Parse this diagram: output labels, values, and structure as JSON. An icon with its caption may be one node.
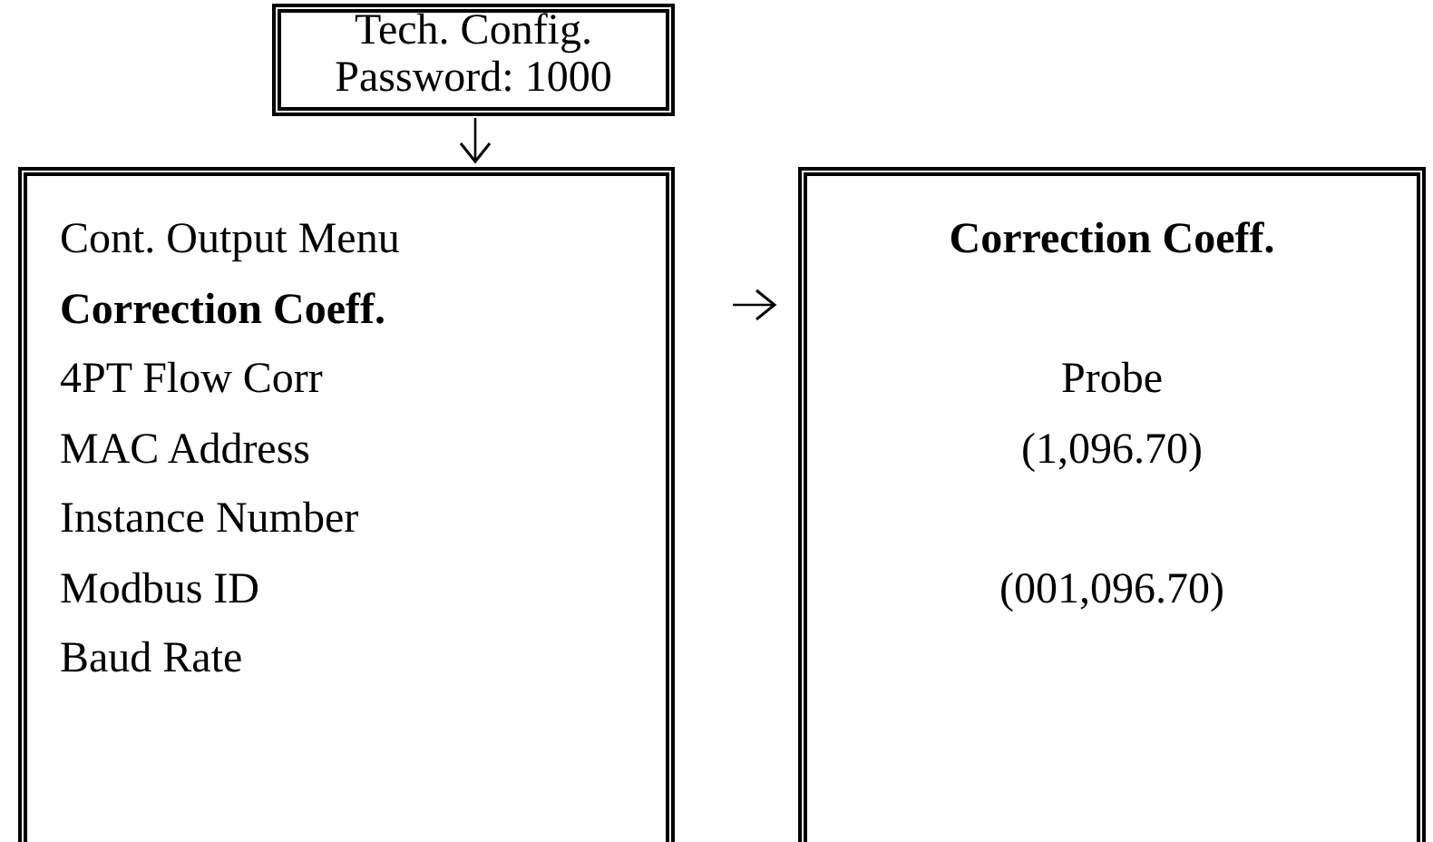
{
  "diagram": {
    "nodes": [
      {
        "text": [
          "Tech. Config.",
          "Password: 1000"
        ]
      },
      {
        "text": [
          "Cont. Output Menu",
          "Correction Coeff.",
          "4PT Flow Corr",
          "MAC Address",
          "Instance Number",
          "Modbus ID",
          "Baud Rate"
        ]
      },
      {
        "text": [
          "Correction Coeff.",
          "Probe",
          "(1,096.70)",
          "(001,096.70)"
        ]
      }
    ],
    "edges": [
      {
        "from": 0,
        "to": 1,
        "arrow": "to"
      },
      {
        "from": 1,
        "to": 2,
        "arrow": "to"
      }
    ]
  }
}
